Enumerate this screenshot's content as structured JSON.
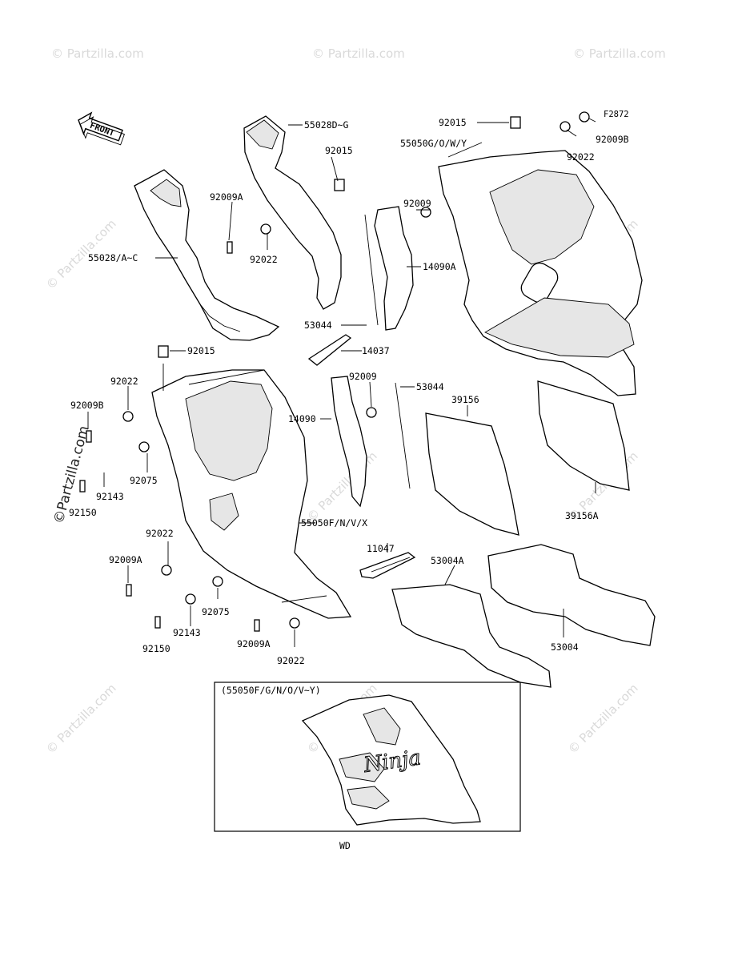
{
  "figure_code": "F2872",
  "front_indicator": "FRONT",
  "inset_label": "(55050F/G/N/O/V~Y)",
  "inset_caption": "WD",
  "inset_logo_text": "Ninja",
  "watermark_text": "© Partzilla.com",
  "watermark_vertical": "©Partzilla.com",
  "part_labels": {
    "p55028dg": "55028D~G",
    "p92015_top": "92015",
    "p92009a_top": "92009A",
    "p92022_top": "92022",
    "p55028ac": "55028/A~C",
    "p92015_right": "92015",
    "p55050gowy": "55050G/O/W/Y",
    "p92022_right": "92022",
    "p92009b_right": "92009B",
    "p92009_mid": "92009",
    "p14090a": "14090A",
    "p53044_left": "53044",
    "p14037": "14037",
    "p92015_left": "92015",
    "p92022_left": "92022",
    "p92009b_left": "92009B",
    "p92009_low": "92009",
    "p14090": "14090",
    "p53044_right": "53044",
    "p39156": "39156",
    "p92075_up": "92075",
    "p92143_up": "92143",
    "p92150_up": "92150",
    "p39156a": "39156A",
    "p55050fnvx": "55050F/N/V/X",
    "p92022_low": "92022",
    "p92009a_low": "92009A",
    "p11047": "11047",
    "p53004a": "53004A",
    "p92075_low": "92075",
    "p92143_low": "92143",
    "p92009a_bot": "92009A",
    "p92150_low": "92150",
    "p92022_bot": "92022",
    "p53004": "53004"
  }
}
